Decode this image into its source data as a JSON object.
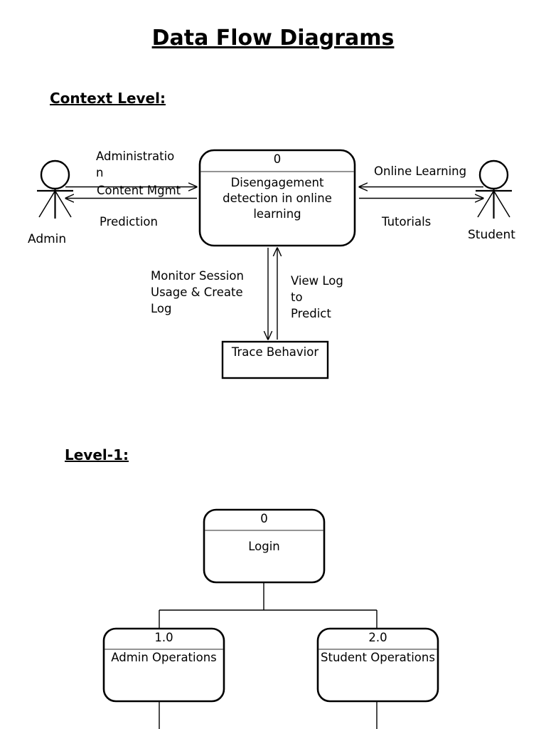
{
  "document": {
    "title": "Data Flow Diagrams"
  },
  "sections": [
    {
      "heading": "Context Level:"
    },
    {
      "heading": "Level-1:"
    }
  ],
  "context_diagram": {
    "process": {
      "number": "0",
      "name": "Disengagement\ndetection in online\nlearning"
    },
    "external_entities": [
      {
        "name": "Admin",
        "side": "left"
      },
      {
        "name": "Student",
        "side": "right"
      }
    ],
    "data_store": {
      "name": "Trace\nBehavior"
    },
    "flows": [
      {
        "label": "Administratio\nn",
        "from": "Admin",
        "to": "process",
        "direction": "right"
      },
      {
        "label": "Content Mgmt",
        "from": "Admin",
        "to": "process",
        "direction": "right"
      },
      {
        "label": "Prediction",
        "from": "process",
        "to": "Admin",
        "direction": "left"
      },
      {
        "label": "Online Learning",
        "from": "Student",
        "to": "process",
        "direction": "left"
      },
      {
        "label": "Tutorials",
        "from": "process",
        "to": "Student",
        "direction": "right"
      },
      {
        "label": "Monitor Session\nUsage & Create\nLog",
        "from": "process",
        "to": "Trace Behavior",
        "direction": "down"
      },
      {
        "label": "View Log\nto\nPredict",
        "from": "Trace Behavior",
        "to": "process",
        "direction": "up"
      }
    ]
  },
  "level1_diagram": {
    "processes": [
      {
        "number": "0",
        "name": "Login"
      },
      {
        "number": "1.0",
        "name": "Admin\nOperations"
      },
      {
        "number": "2.0",
        "name": "Student\nOperations"
      }
    ]
  },
  "colors": {
    "stroke": "#000000",
    "background": "#ffffff",
    "divider": "#555555"
  }
}
